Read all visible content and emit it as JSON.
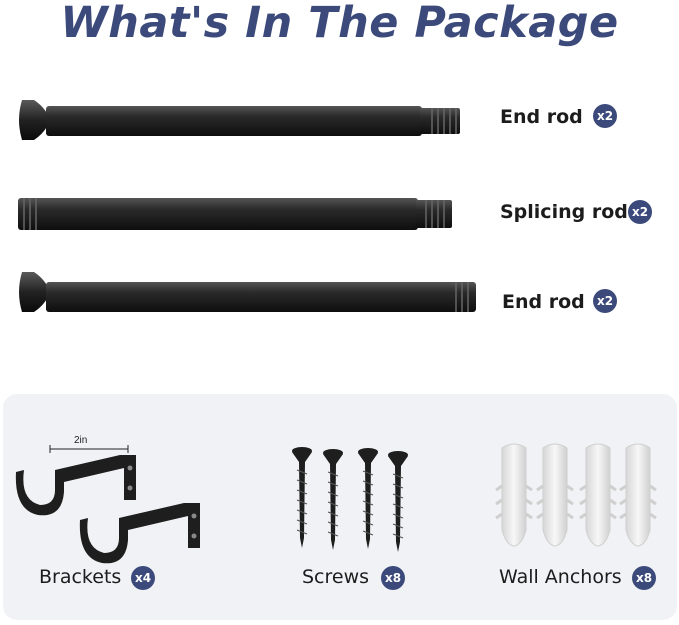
{
  "title": "What's In The Package",
  "rods": [
    {
      "label": "End rod",
      "qty": "x2"
    },
    {
      "label": "Splicing rod",
      "qty": "x2"
    },
    {
      "label": "End rod",
      "qty": "x2"
    }
  ],
  "accessories": [
    {
      "label": "Brackets",
      "qty": "x4"
    },
    {
      "label": "Screws",
      "qty": "x8"
    },
    {
      "label": "Wall Anchors",
      "qty": "x8"
    }
  ],
  "bracket_dimension": "2in",
  "colors": {
    "accent": "#3b4a7a",
    "rod": "#1e1e1e",
    "panel": "#f1f2f5",
    "anchor": "#e4e4e4"
  }
}
